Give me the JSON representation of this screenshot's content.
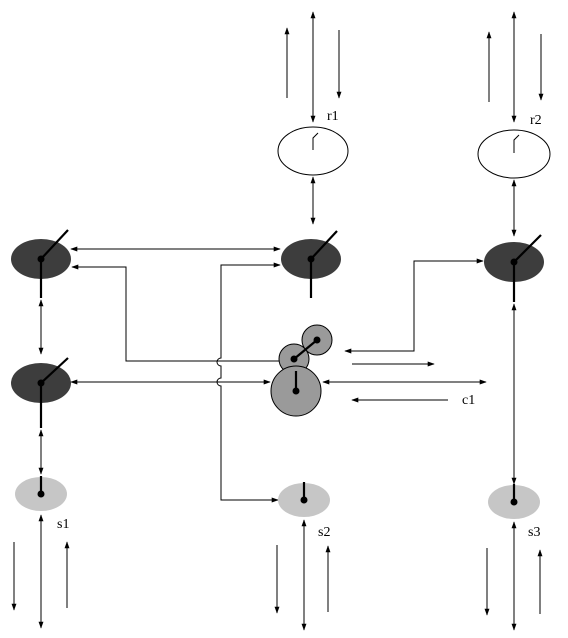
{
  "labels": {
    "r1": "r1",
    "r2": "r2",
    "s1": "s1",
    "s2": "s2",
    "s3": "s3",
    "c1": "c1"
  },
  "colors": {
    "dark_node": "#3d3d3d",
    "light_node": "#c6c6c6",
    "cluster_node": "#9a9a9a",
    "line": "#000000",
    "background": "#ffffff"
  },
  "icons": {
    "ring_node": "white-ellipse",
    "dark_node": "dark-ellipse-with-tick",
    "light_node": "light-ellipse-with-tick",
    "cluster": "three-overlapping-discs"
  }
}
